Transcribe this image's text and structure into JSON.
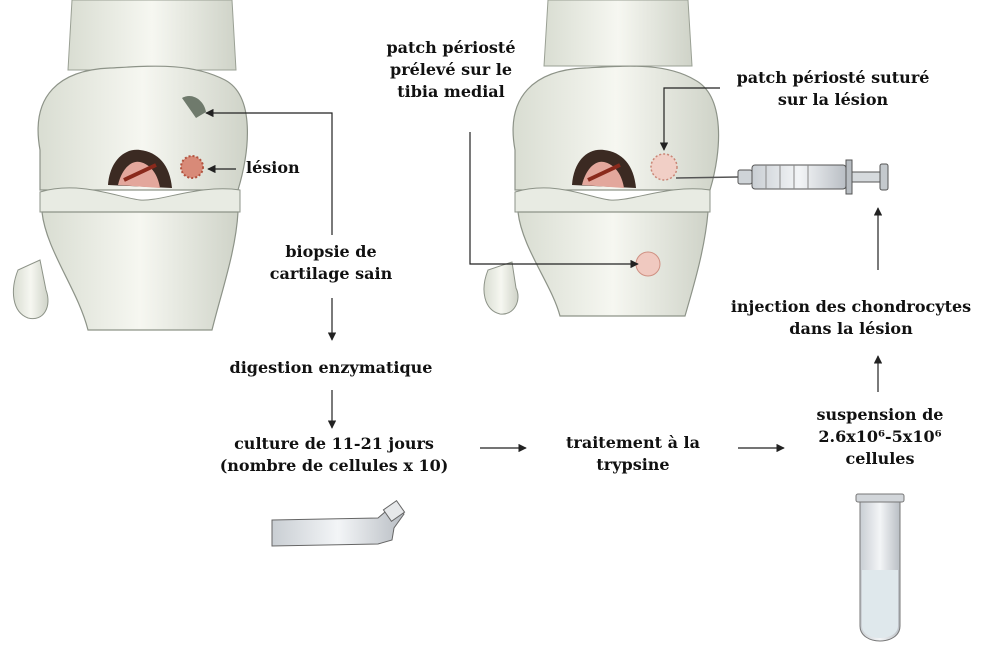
{
  "labels": {
    "lesion": "lésion",
    "biopsy": [
      "biopsie de",
      "cartilage sain"
    ],
    "digestion": "digestion enzymatique",
    "culture": [
      "culture de 11-21 jours",
      "(nombre de cellules x 10)"
    ],
    "trypsin": [
      "traitement à la",
      "trypsine"
    ],
    "suspension": [
      "suspension de",
      "2.6x10⁶-5x10⁶",
      "cellules"
    ],
    "injection": [
      "injection des chondrocytes",
      "dans la lésion"
    ],
    "patch_harvest": [
      "patch périosté",
      "prélevé sur le",
      "tibia medial"
    ],
    "patch_sutured": [
      "patch périosté suturé",
      "sur la lésion"
    ]
  }
}
